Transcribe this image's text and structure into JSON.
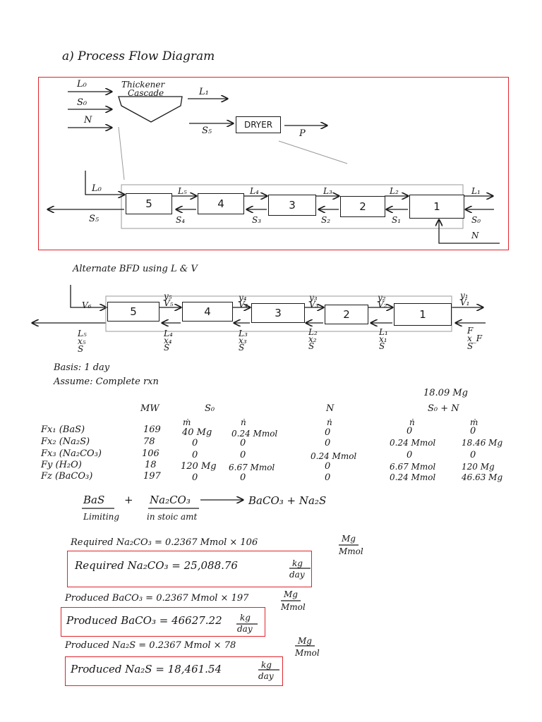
{
  "section_title": "a) Process Flow Diagram",
  "pfd": {
    "inputs": [
      "L₀",
      "S₀",
      "N"
    ],
    "thickener_label_1": "Thickener",
    "thickener_label_2": "Cascade",
    "l1": "L₁",
    "s5": "S₅",
    "dryer": "DRYER",
    "p": "P",
    "stages": [
      "5",
      "4",
      "3",
      "2",
      "1"
    ],
    "top_streams": [
      "L₀",
      "L₅",
      "L₄",
      "L₃",
      "L₂",
      "L₁"
    ],
    "bottom_streams": [
      "S₅",
      "S₄",
      "S₃",
      "S₂",
      "S₁",
      "S₀"
    ],
    "n_label": "N"
  },
  "bfd": {
    "title": "Alternate BFD using L & V",
    "v6": "V₆",
    "stages": [
      "5",
      "4",
      "3",
      "2",
      "1"
    ],
    "top_y": [
      "y₅",
      "y₄",
      "y₃",
      "y₂",
      "y₁"
    ],
    "top_v": [
      "V₅",
      "V₄",
      "V₃",
      "V₂",
      "V₁"
    ],
    "bottom_l": [
      "L₅",
      "L₄",
      "L₃",
      "L₂",
      "L₁",
      "F"
    ],
    "bottom_x": [
      "x₅",
      "x₄",
      "x₃",
      "x₂",
      "x₁",
      "x_F"
    ],
    "bottom_s": [
      "S",
      "S",
      "S",
      "S",
      "S",
      "S"
    ]
  },
  "basis": "Basis: 1 day",
  "assume": "Assume: Complete rxn",
  "table": {
    "top_note": "18.09 Mg",
    "headers": [
      "MW",
      "S₀",
      "N",
      "S₀ + N"
    ],
    "subheaders": [
      "ṁ",
      "ṅ",
      "ṅ",
      "ṅ",
      "ṁ"
    ],
    "rows": [
      {
        "label": "Fx₁ (BaS)",
        "mw": "169",
        "s0_m": "40 Mg",
        "s0_n": "0.24 Mmol",
        "n_n": "0",
        "sn_n": "0",
        "sn_m": "0"
      },
      {
        "label": "Fx₂ (Na₂S)",
        "mw": "78",
        "s0_m": "0",
        "s0_n": "0",
        "n_n": "0",
        "sn_n": "0.24 Mmol",
        "sn_m": "18.46 Mg"
      },
      {
        "label": "Fx₃ (Na₂CO₃)",
        "mw": "106",
        "s0_m": "0",
        "s0_n": "0",
        "n_n": "0.24 Mmol",
        "sn_n": "0",
        "sn_m": "0"
      },
      {
        "label": "Fy (H₂O)",
        "mw": "18",
        "s0_m": "120 Mg",
        "s0_n": "6.67 Mmol",
        "n_n": "0",
        "sn_n": "6.67 Mmol",
        "sn_m": "120 Mg"
      },
      {
        "label": "Fz (BaCO₃)",
        "mw": "197",
        "s0_m": "0",
        "s0_n": "0",
        "n_n": "0",
        "sn_n": "0.24 Mmol",
        "sn_m": "46.63 Mg"
      }
    ]
  },
  "reaction": {
    "bas": "BaS",
    "plus1": "+",
    "na2co3": "Na₂CO₃",
    "products": "BaCO₃ + Na₂S",
    "limiting": "Limiting",
    "in_stoic": "in stoic amt"
  },
  "calcs": [
    {
      "line": "Required Na₂CO₃ = 0.2367 Mmol × 106",
      "unit_top": "Mg",
      "unit_bot": "Mmol",
      "boxed": "Required Na₂CO₃ = 25,088.76",
      "boxed_top": "kg",
      "boxed_bot": "day"
    },
    {
      "line": "Produced BaCO₃ = 0.2367 Mmol × 197",
      "unit_top": "Mg",
      "unit_bot": "Mmol",
      "boxed": "Produced BaCO₃ = 46627.22",
      "boxed_top": "kg",
      "boxed_bot": "day"
    },
    {
      "line": "Produced Na₂S = 0.2367 Mmol × 78",
      "unit_top": "Mg",
      "unit_bot": "Mmol",
      "boxed": "Produced Na₂S = 18,461.54",
      "boxed_top": "kg",
      "boxed_bot": "day"
    }
  ]
}
